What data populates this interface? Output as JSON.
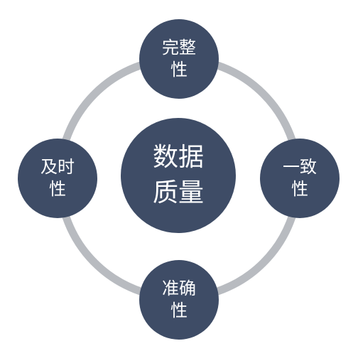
{
  "diagram": {
    "center": {
      "label": "数据\n质量"
    },
    "nodes": [
      {
        "id": "top",
        "label": "完整\n性"
      },
      {
        "id": "right",
        "label": "一致\n性"
      },
      {
        "id": "bottom",
        "label": "准确\n性"
      },
      {
        "id": "left",
        "label": "及时\n性"
      }
    ],
    "colors": {
      "node_fill": "#3e4c66",
      "ring": "#b8bbc0",
      "text": "#ffffff"
    }
  }
}
